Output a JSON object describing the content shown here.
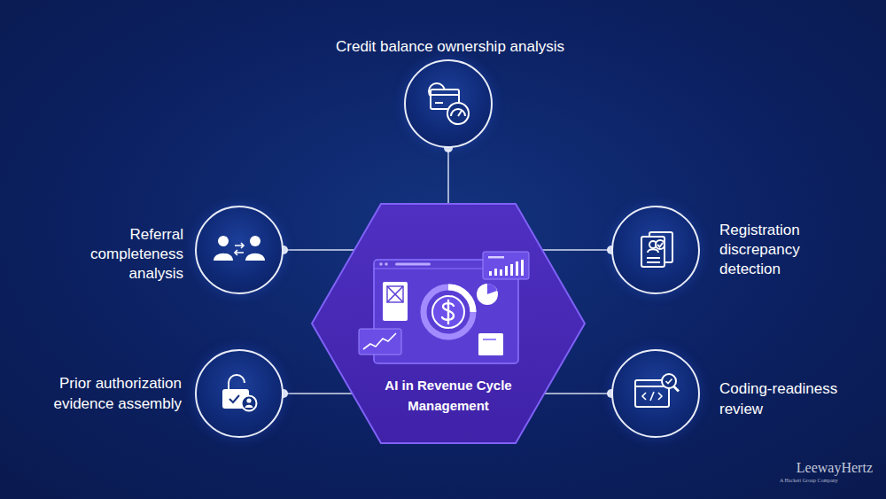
{
  "diagram": {
    "nodes": [
      {
        "text": [
          "Credit balance ownership analysis"
        ]
      },
      {
        "text": [
          "Referral completeness analysis"
        ]
      },
      {
        "text": [
          "AI in Revenue Cycle Management"
        ]
      },
      {
        "text": [
          "Registration discrepancy detection"
        ]
      },
      {
        "text": [
          "Prior authorization evidence assembly"
        ]
      },
      {
        "text": [
          "Coding-readiness review"
        ]
      }
    ],
    "edges": [
      {
        "from": 2,
        "to": 0,
        "arrow": "none"
      },
      {
        "from": 2,
        "to": 1,
        "arrow": "none"
      },
      {
        "from": 2,
        "to": 3,
        "arrow": "none"
      },
      {
        "from": 2,
        "to": 4,
        "arrow": "none"
      },
      {
        "from": 2,
        "to": 5,
        "arrow": "none"
      }
    ],
    "labels": [
      "LeewayHertz",
      "A Hackett Group Company"
    ]
  }
}
